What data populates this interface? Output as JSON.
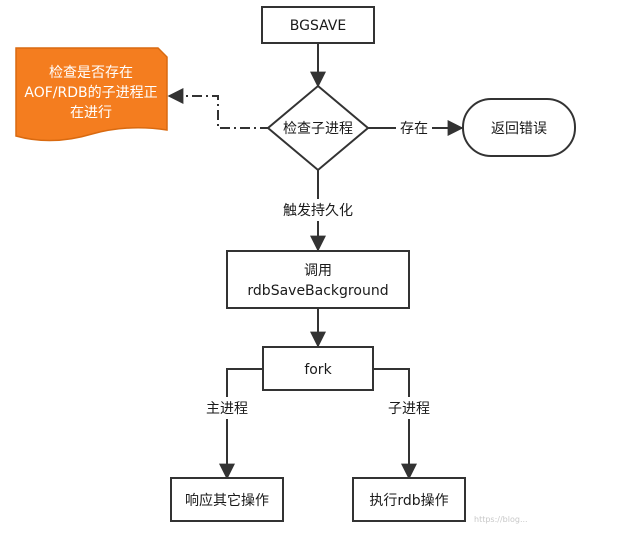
{
  "nodes": {
    "bgsave": "BGSAVE",
    "check": "检查子进程",
    "error": "返回错误",
    "note": [
      "检查是否存在",
      "AOF/RDB的子进程正",
      "在进行"
    ],
    "call": [
      "调用",
      "rdbSaveBackground"
    ],
    "fork": "fork",
    "respond": "响应其它操作",
    "exec_rdb": "执行rdb操作"
  },
  "edges": {
    "exists": "存在",
    "trigger": "触发持久化",
    "main_process": "主进程",
    "child_process": "子进程"
  },
  "watermark": "https://blog...",
  "colors": {
    "line": "#333333",
    "note_fill": "#f47d1f",
    "note_stroke": "#d96a10",
    "box_fill": "#ffffff"
  }
}
